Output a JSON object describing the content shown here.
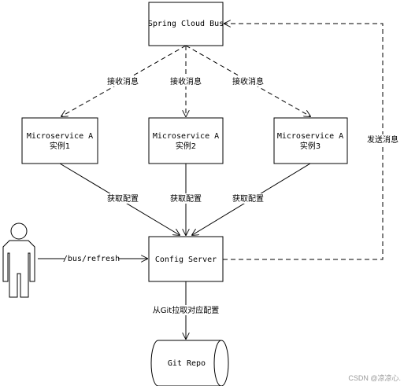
{
  "nodes": {
    "bus": "Spring Cloud Bus",
    "ms1": [
      "Microservice A",
      "实例1"
    ],
    "ms2": [
      "Microservice A",
      "实例2"
    ],
    "ms3": [
      "Microservice A",
      "实例3"
    ],
    "config": "Config Server",
    "repo": "Git Repo"
  },
  "edges": {
    "receive_label": "接收消息",
    "fetch_label": "获取配置",
    "refresh_label": "/bus/refresh",
    "send_label": "发送消息",
    "git_label": "从Git拉取对应配置"
  },
  "watermark": "CSDN @凉凉心."
}
